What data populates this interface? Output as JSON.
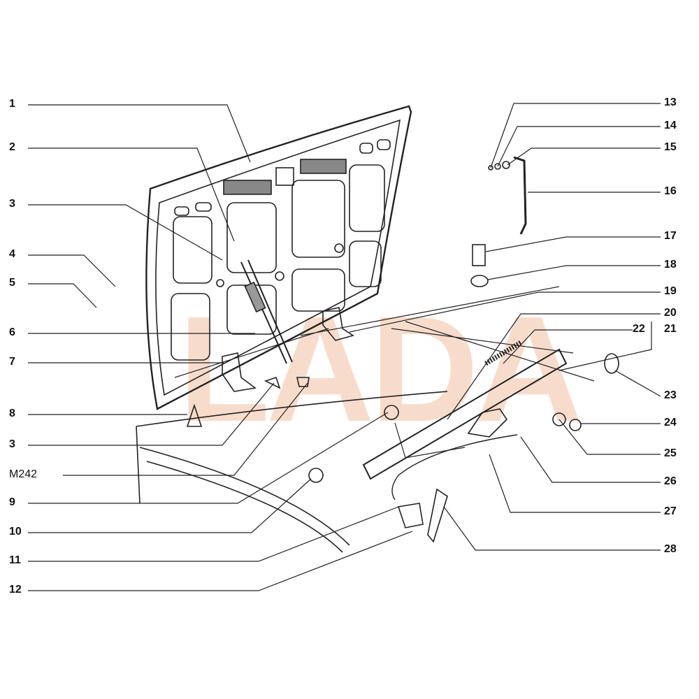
{
  "watermark": "LADA",
  "colors": {
    "watermark": "#f8dccb",
    "line": "#222222"
  },
  "callouts_left": [
    "1",
    "2",
    "3",
    "4",
    "5",
    "6",
    "7",
    "8",
    "3",
    "M242",
    "9",
    "10",
    "11",
    "12"
  ],
  "callouts_right": [
    "13",
    "14",
    "15",
    "16",
    "17",
    "18",
    "19",
    "20",
    "21",
    "22",
    "23",
    "24",
    "25",
    "26",
    "27",
    "28"
  ]
}
